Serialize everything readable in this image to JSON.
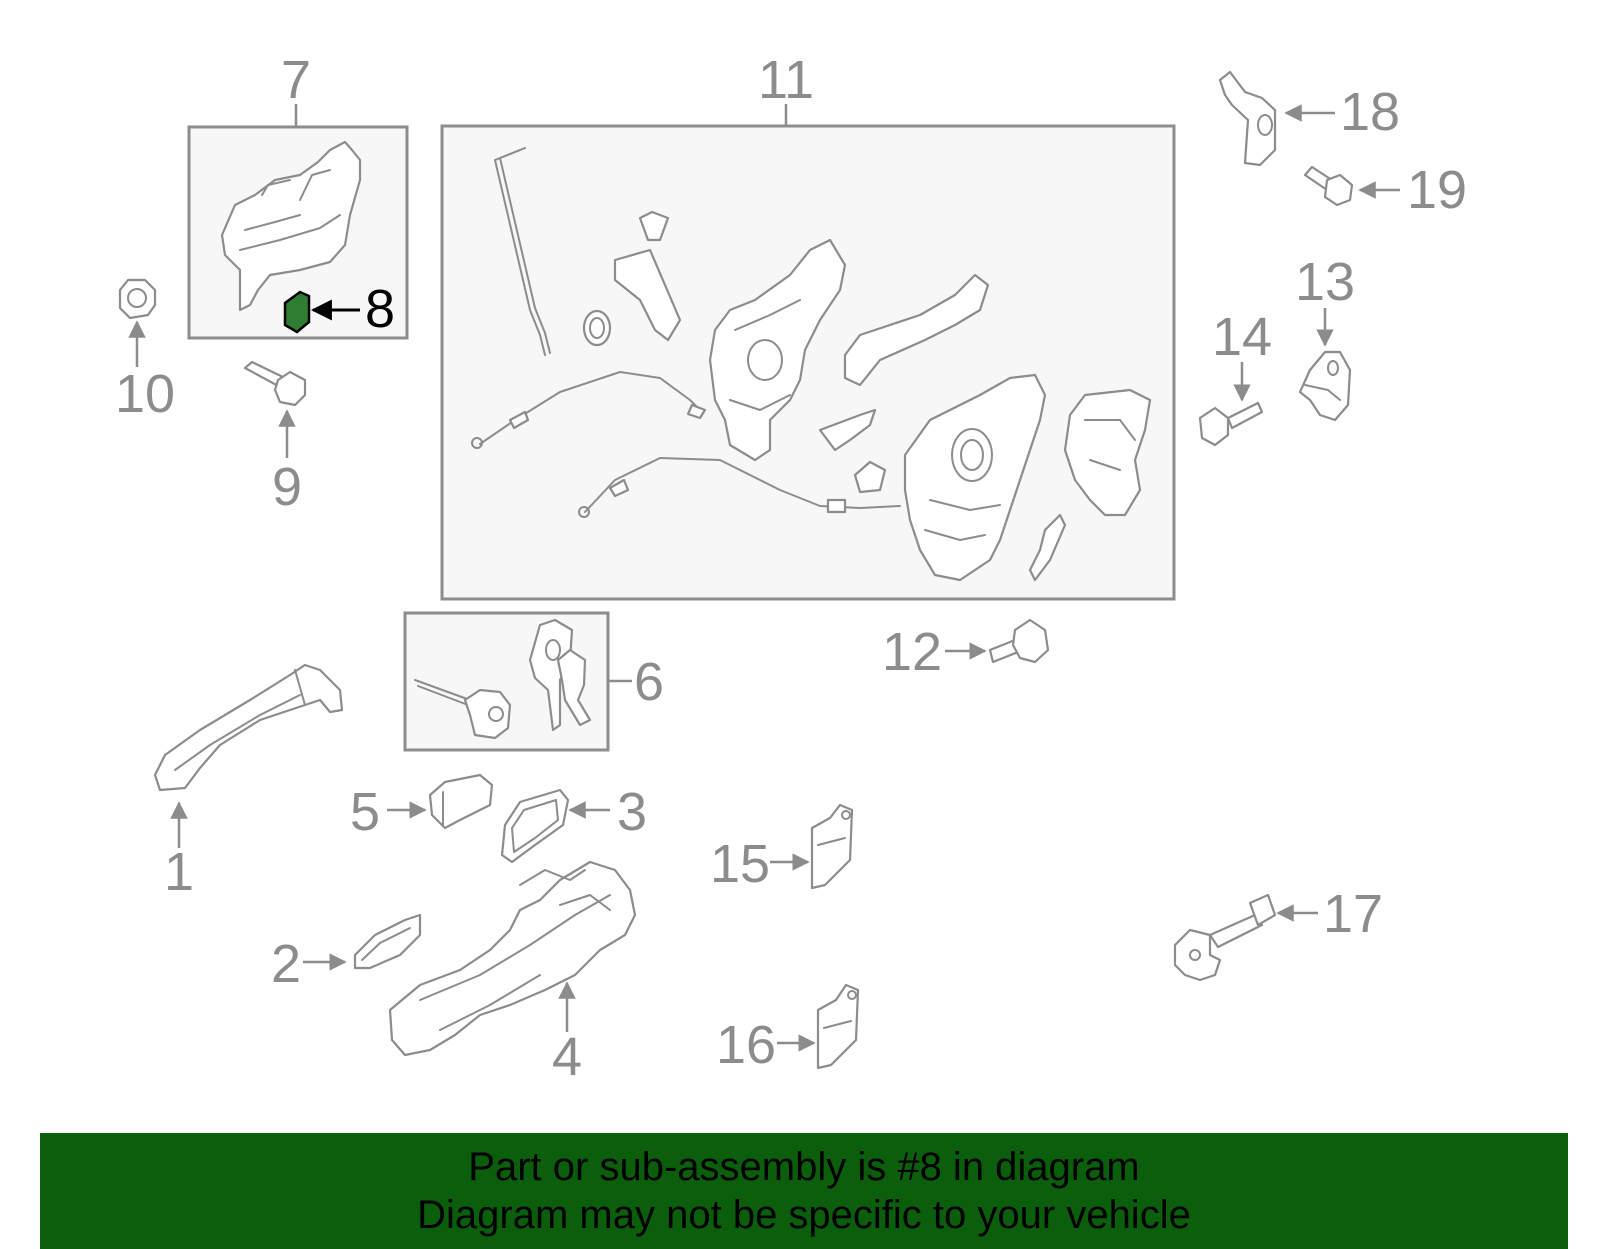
{
  "callouts": {
    "c1": "1",
    "c2": "2",
    "c3": "3",
    "c4": "4",
    "c5": "5",
    "c6": "6",
    "c7": "7",
    "c8": "8",
    "c9": "9",
    "c10": "10",
    "c11": "11",
    "c12": "12",
    "c13": "13",
    "c14": "14",
    "c15": "15",
    "c16": "16",
    "c17": "17",
    "c18": "18",
    "c19": "19"
  },
  "highlight": {
    "part_number": "8",
    "color": "#2e7d32"
  },
  "banner": {
    "line1": "Part or sub-assembly is #8 in diagram",
    "line2": "Diagram may not be specific to your vehicle",
    "background": "#0b5e0b"
  }
}
